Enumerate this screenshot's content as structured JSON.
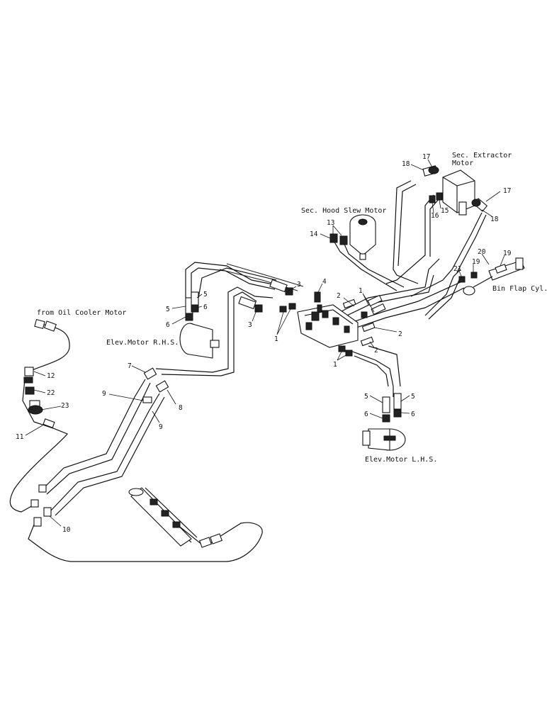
{
  "labels": {
    "sec_extractor_motor_line1": "Sec. Extractor",
    "sec_extractor_motor_line2": "Motor",
    "sec_hood_slew_motor": "Sec. Hood Slew Motor",
    "from_oil_cooler_motor": "from Oil Cooler Motor",
    "elev_motor_rhs": "Elev.Motor R.H.S.",
    "elev_motor_lhs": "Elev.Motor L.H.S.",
    "bin_flap_cyl": "Bin Flap Cyl."
  },
  "callouts": {
    "c1a": "1",
    "c1b": "1",
    "c1c": "1",
    "c2a": "2",
    "c2b": "2",
    "c2c": "2",
    "c3a": "3",
    "c3b": "3",
    "c4": "4",
    "c5a": "5",
    "c5b": "5",
    "c5c": "5",
    "c5d": "5",
    "c6a": "6",
    "c6b": "6",
    "c6c": "6",
    "c6d": "6",
    "c7": "7",
    "c8": "8",
    "c9a": "9",
    "c9b": "9",
    "c10": "10",
    "c11": "11",
    "c12": "12",
    "c13": "13",
    "c14": "14",
    "c15": "15",
    "c16": "16",
    "c17a": "17",
    "c17b": "17",
    "c18a": "18",
    "c18b": "18",
    "c19a": "19",
    "c19b": "19",
    "c20": "20",
    "c21": "21",
    "c22": "22",
    "c23": "23"
  }
}
